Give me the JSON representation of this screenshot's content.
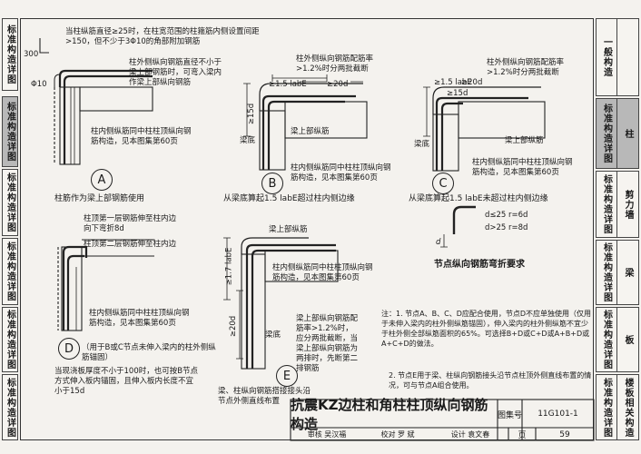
{
  "left_tabs": [
    {
      "label": "标准构造详图",
      "active": false
    },
    {
      "label": "标准构造详图",
      "active": true
    },
    {
      "label": "标准构造详图",
      "active": false
    },
    {
      "label": "标准构造详图",
      "active": false
    },
    {
      "label": "标准构造详图",
      "active": false
    },
    {
      "label": "标准构造详图",
      "active": false
    }
  ],
  "right_tabs": [
    {
      "a": "一般构造",
      "b": "",
      "active": false
    },
    {
      "a": "标准构造详图",
      "b": "柱",
      "active": true
    },
    {
      "a": "标准构造详图",
      "b": "剪力墙",
      "active": false
    },
    {
      "a": "标准构造详图",
      "b": "梁",
      "active": false
    },
    {
      "a": "标准构造详图",
      "b": "板",
      "active": false
    },
    {
      "a": "标准构造详图",
      "b": "楼板相关构造",
      "active": false
    }
  ],
  "diagrams": {
    "a": {
      "dim_300": "300",
      "phi10": "Φ10",
      "note_top": "当柱纵筋直径≥25时，在柱宽范围的柱箍筋内侧设置间距>150，但不少于3Φ10的角部附加钢筋",
      "note_outer": "柱外侧纵向钢筋直径不小于梁上部钢筋时，可弯入梁内作梁上部纵向钢筋",
      "note_inner": "柱内侧纵筋同中柱柱顶纵向钢筋构造，见本图集第60页",
      "letter": "A",
      "caption": "柱筋作为梁上部钢筋使用"
    },
    "b": {
      "note": "柱外侧纵向钢筋配筋率>1.2%时分两批截断",
      "dim_15lab": "≥1.5 labE",
      "dim_20d": "≥20d",
      "dim_15d": "≥15d",
      "beam_bottom": "梁底",
      "beam_top": "梁上部纵筋",
      "note_inner": "柱内侧纵筋同中柱柱顶纵向钢筋构造，见本图集第60页",
      "letter": "B",
      "caption": "从梁底算起1.5 labE超过柱内侧边缘"
    },
    "c": {
      "note": "柱外侧纵向钢筋配筋率>1.2%时分两批截断",
      "dim_15lab": "≥1.5 labE",
      "dim_20d": "≥20d",
      "dim_15d": "≥15d",
      "beam_bottom": "梁底",
      "beam_top": "梁上部纵筋",
      "note_inner": "柱内侧纵筋同中柱柱顶纵向钢筋构造，见本图集第60页",
      "letter": "C",
      "caption": "从梁底算起1.5 labE未超过柱内侧边缘"
    },
    "d": {
      "note1": "柱顶第一层钢筋伸至柱内边向下弯折8d",
      "note2": "柱顶第二层钢筋伸至柱内边",
      "note_inner": "柱内侧纵筋同中柱柱顶纵向钢筋构造，见本图集第60页",
      "letter": "D",
      "paren": "（用于B或C节点未伸入梁内的柱外侧纵筋锚固）",
      "caption1": "当现浇板厚度不小于100时，也可按B节点方式伸入板内锚固，且伸入板内长度不宜小于15d"
    },
    "e": {
      "beam_top": "梁上部纵筋",
      "note_inner": "柱内侧纵筋同中柱柱顶纵向钢筋构造，见本图集第60页",
      "note_ratio": "梁上部纵向钢筋配筋率>1.2%时，应分两批截断，当梁上部纵向钢筋为两排时，先断第二排钢筋",
      "dim_17": "≥1.7 labE",
      "dim_20d": "≥20d",
      "beam_bottom": "梁底",
      "letter": "E",
      "caption": "梁、柱纵向钢筋搭接接头沿节点外侧直线布置"
    },
    "bend": {
      "d": "d",
      "r1": "d≤25  r=6d",
      "r2": "d>25  r=8d",
      "caption": "节点纵向钢筋弯折要求"
    }
  },
  "notes": {
    "n1": "注：1. 节点A、B、C、D应配合使用，节点D不应单独使用（仅用于未伸入梁内的柱外侧纵筋锚固），伸入梁内的柱外侧纵筋不宜少于柱外侧全部纵筋面积的65%。可选择B+D或C+D或A+B+D或A+C+D的做法。",
    "n2": "2. 节点E用于梁、柱纵向钢筋接头沿节点柱顶外侧直线布置的情况，可与节点A组合使用。"
  },
  "title_block": {
    "title": "抗震KZ边柱和角柱柱顶纵向钢筋构造",
    "atlas_label": "图集号",
    "atlas_no": "11G101-1",
    "review": "审核 吴汉福",
    "check": "校对 罗 斌",
    "design": "设计 袁文春",
    "page_label": "页",
    "page_no": "59"
  }
}
